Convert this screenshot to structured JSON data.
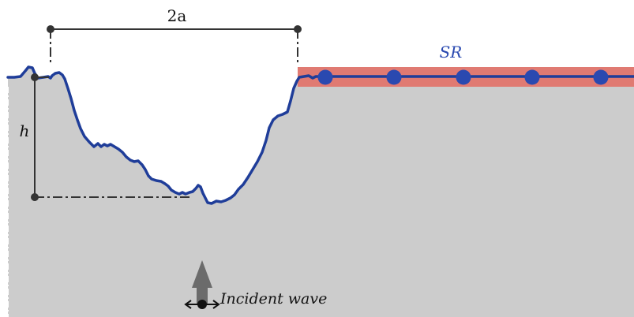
{
  "labels": {
    "width": "2a",
    "depth": "h",
    "receivers": "SR",
    "source": "Incident wave"
  },
  "colors": {
    "solid": "#cccccc",
    "surface_line": "#1f3d99",
    "receiver_band": "#e07a72",
    "receiver_dot": "#2a49b0",
    "dimension_line": "#333333",
    "arrow": "#6b6b6b",
    "background": "#ffffff"
  },
  "receivers": {
    "count": 5
  }
}
